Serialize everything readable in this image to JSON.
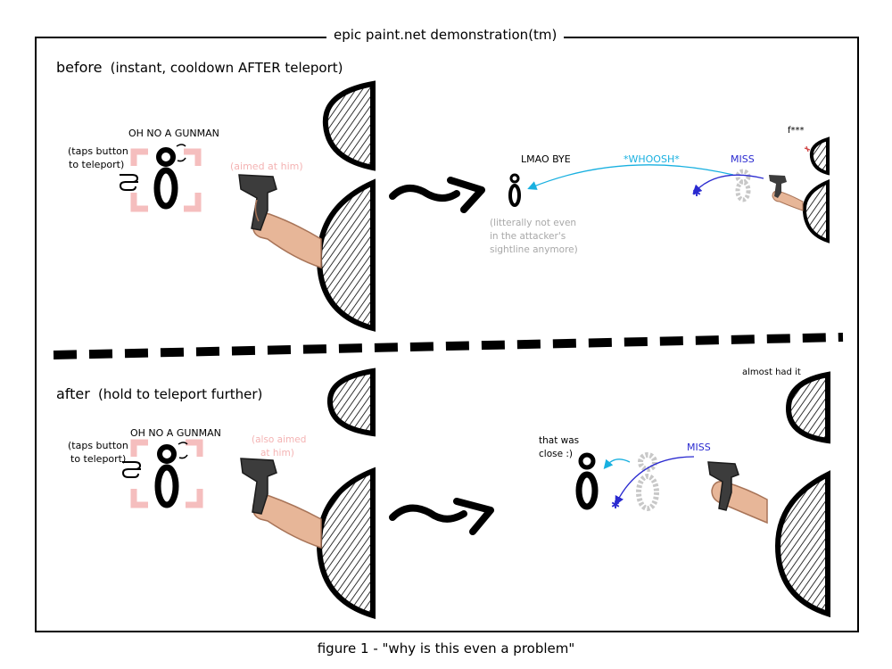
{
  "title": "epic paint.net demonstration(tm)",
  "caption": "figure 1 - \"why is this even a problem\"",
  "before": {
    "heading": "before",
    "subheading": "(instant, cooldown AFTER teleport)",
    "shout": "OH NO A GUNMAN",
    "taps_line1": "(taps button",
    "taps_line2": "to teleport)",
    "aimed": "(aimed at him)",
    "lmao": "LMAO BYE",
    "whoosh": "*WHOOSH*",
    "miss": "MISS",
    "swear": "f***",
    "sightline_1": "(litterally not even",
    "sightline_2": "in the attacker's",
    "sightline_3": "sightline anymore)"
  },
  "after": {
    "heading": "after",
    "subheading": "(hold to teleport further)",
    "shout": "OH NO A GUNMAN",
    "taps_line1": "(taps button",
    "taps_line2": "to teleport)",
    "aimed_1": "(also aimed",
    "aimed_2": "at him)",
    "close_1": "that was",
    "close_2": "close :)",
    "miss": "MISS",
    "almost": "almost had it"
  },
  "colors": {
    "pink_bracket": "#f4b3b3",
    "miss_blue": "#2a2ad0",
    "whoosh_cyan": "#18b0e0",
    "ghost_grey": "#c8c8c8"
  }
}
